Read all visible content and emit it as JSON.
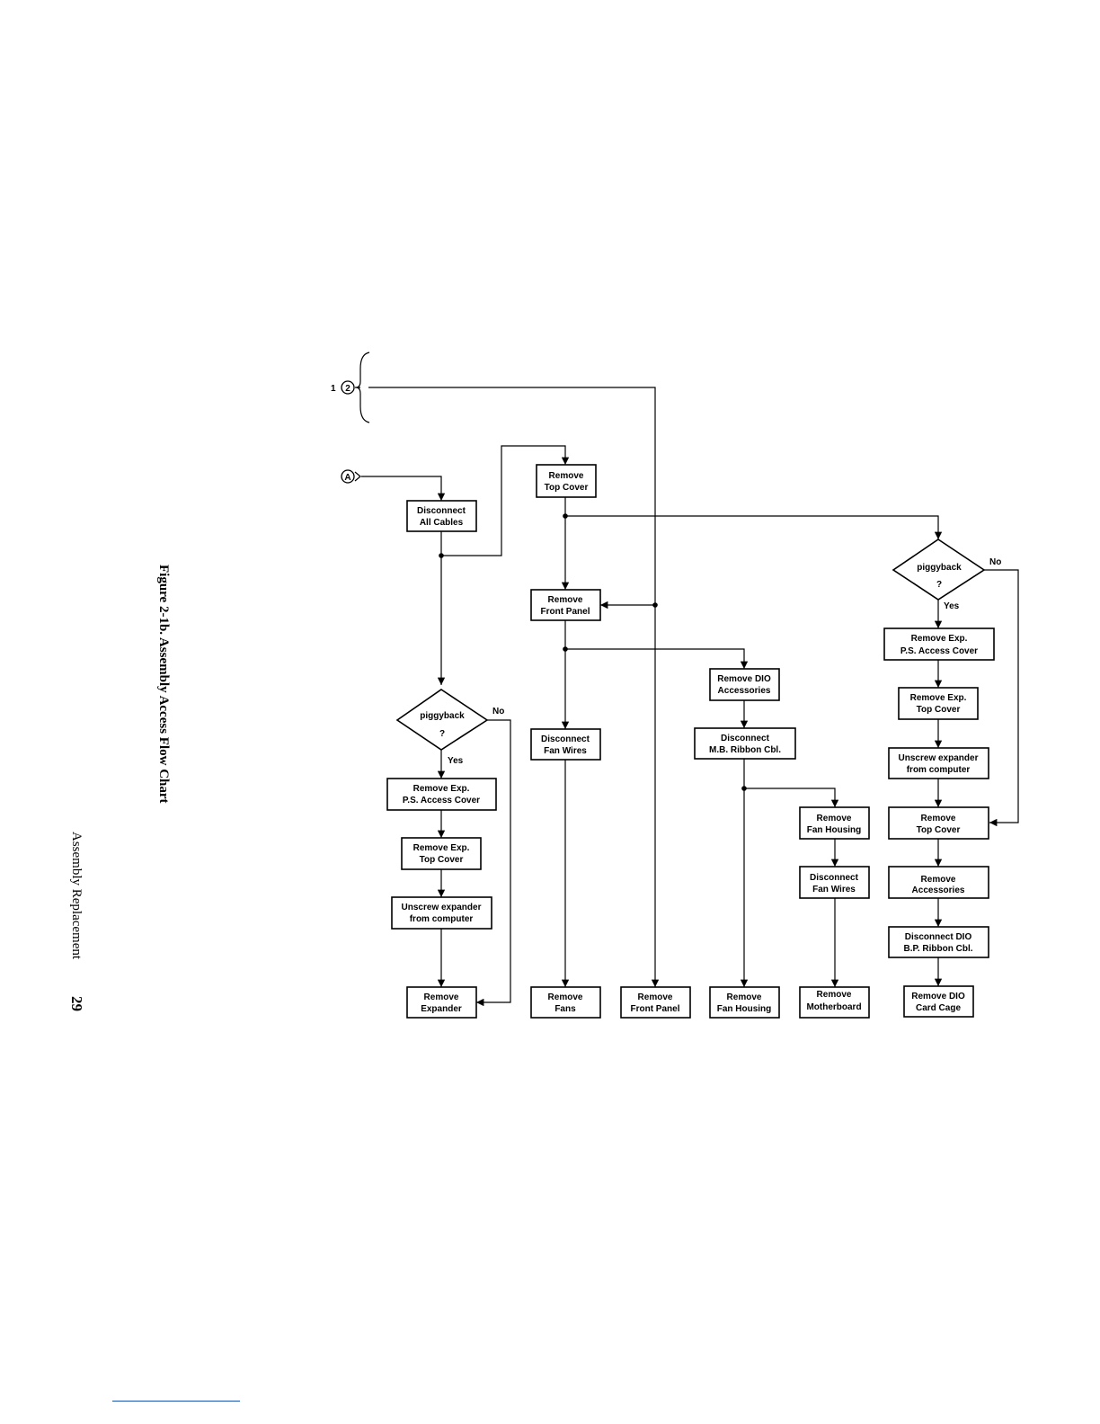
{
  "side_text": {
    "figure_title": "Figure 2-1b. Assembly Access Flow Chart",
    "section": "Assembly Replacement",
    "page_number": "29"
  },
  "connectors": {
    "connector_2_prefix": "1",
    "connector_2": "2",
    "connector_a": "A"
  },
  "branch_labels": {
    "no": "No",
    "yes": "Yes"
  },
  "nodes": {
    "disconnect_all_cables": [
      "Disconnect",
      "All Cables"
    ],
    "remove_top_cover": [
      "Remove",
      "Top Cover"
    ],
    "remove_front_panel_mid": [
      "Remove",
      "Front Panel"
    ],
    "disconnect_fan_wires_1": [
      "Disconnect",
      "Fan Wires"
    ],
    "remove_fans": [
      "Remove",
      "Fans"
    ],
    "remove_front_panel_bottom": [
      "Remove",
      "Front Panel"
    ],
    "remove_dio_accessories": [
      "Remove DIO",
      "Accessories"
    ],
    "disconnect_mb_ribbon": [
      "Disconnect",
      "M.B. Ribbon Cbl."
    ],
    "remove_fan_housing_bottom": [
      "Remove",
      "Fan Housing"
    ],
    "remove_fan_housing_mid": [
      "Remove",
      "Fan Housing"
    ],
    "disconnect_fan_wires_2": [
      "Disconnect",
      "Fan Wires"
    ],
    "remove_motherboard": [
      "Remove",
      "Motherboard"
    ],
    "piggyback_left": [
      "piggyback",
      "?"
    ],
    "remove_exp_ps_cover_left": [
      "Remove Exp.",
      "P.S. Access Cover"
    ],
    "remove_exp_top_cover_left": [
      "Remove Exp.",
      "Top Cover"
    ],
    "unscrew_expander_left": [
      "Unscrew expander",
      "from computer"
    ],
    "remove_expander": [
      "Remove",
      "Expander"
    ],
    "piggyback_right": [
      "piggyback",
      "?"
    ],
    "remove_exp_ps_cover_right": [
      "Remove Exp.",
      "P.S. Access Cover"
    ],
    "remove_exp_top_cover_right": [
      "Remove Exp.",
      "Top Cover"
    ],
    "unscrew_expander_right": [
      "Unscrew expander",
      "from computer"
    ],
    "remove_top_cover_right": [
      "Remove",
      "Top Cover"
    ],
    "remove_accessories": [
      "Remove",
      "Accessories"
    ],
    "disconnect_dio_bp_ribbon": [
      "Disconnect DIO",
      "B.P. Ribbon Cbl."
    ],
    "remove_dio_card_cage": [
      "Remove DIO",
      "Card Cage"
    ]
  }
}
